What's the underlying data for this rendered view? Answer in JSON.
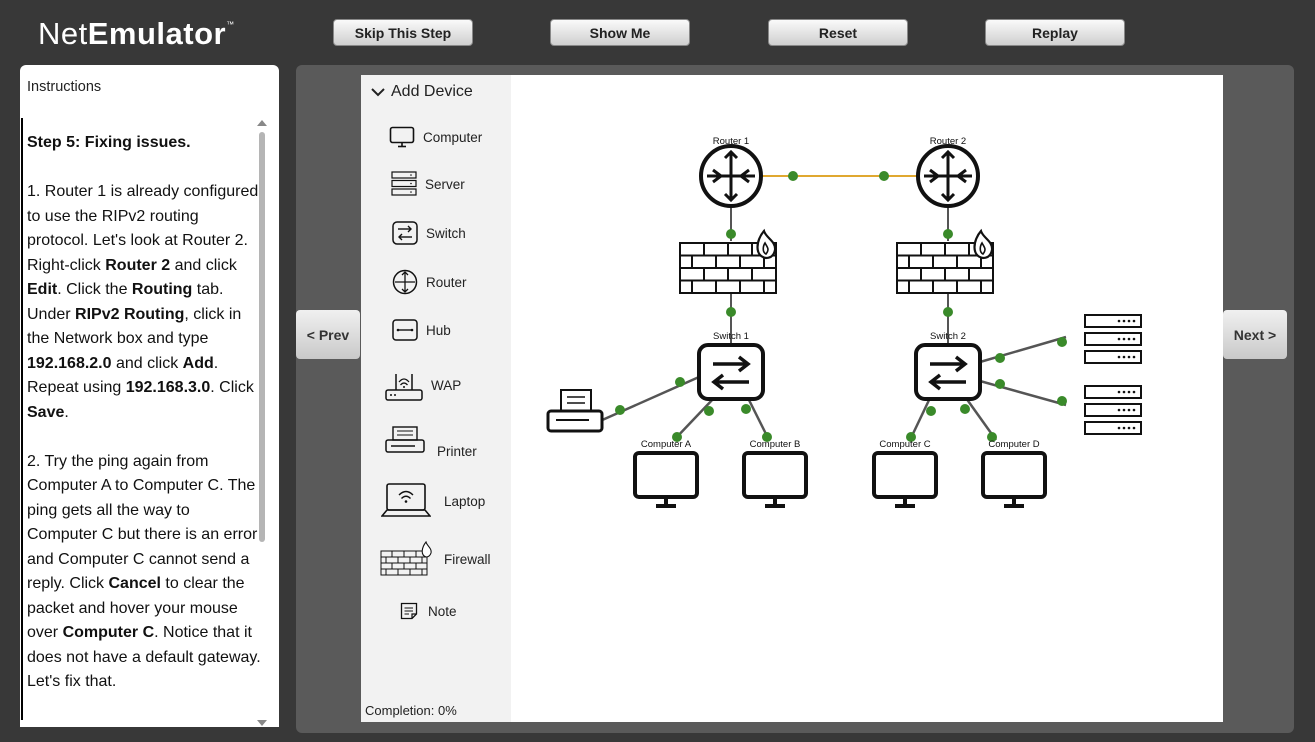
{
  "app": {
    "logo_light": "Net",
    "logo_bold": "Emulator",
    "logo_tm": "™"
  },
  "toolbar": {
    "skip": "Skip This Step",
    "show_me": "Show Me",
    "reset": "Reset",
    "replay": "Replay"
  },
  "instructions": {
    "title": "Instructions",
    "step_title": "Step 5: Fixing issues.",
    "p1": {
      "a": "1. Router 1 is already configured to use the RIPv2 routing protocol. Let's look at Router 2. Right-click ",
      "b": "Router 2",
      "c": " and click ",
      "d": "Edit",
      "e": ". Click the ",
      "f": "Routing",
      "g": " tab. Under ",
      "h": "RIPv2 Routing",
      "i": ", click in the Network box and type ",
      "j": "192.168.2.0",
      "k": " and click ",
      "l": "Add",
      "m": ". Repeat using ",
      "n": "192.168.3.0",
      "o": ". Click ",
      "p": "Save",
      "q": "."
    },
    "p2": {
      "a": "2. Try the ping again from Computer A to Computer C. The ping gets all the way to Computer C but there is an error and Computer C cannot send a reply. Click ",
      "b": "Cancel",
      "c": " to clear the packet and hover your mouse over ",
      "d": "Computer C",
      "e": ". Notice that it does not have a default gateway. Let's fix that."
    }
  },
  "nav": {
    "prev": "< Prev",
    "next": "Next >"
  },
  "palette": {
    "header": "Add Device",
    "items": [
      {
        "label": "Computer",
        "icon": "computer-icon"
      },
      {
        "label": "Server",
        "icon": "server-icon"
      },
      {
        "label": "Switch",
        "icon": "switch-icon"
      },
      {
        "label": "Router",
        "icon": "router-icon"
      },
      {
        "label": "Hub",
        "icon": "hub-icon"
      },
      {
        "label": "WAP",
        "icon": "wap-icon"
      },
      {
        "label": "Printer",
        "icon": "printer-icon"
      },
      {
        "label": "Laptop",
        "icon": "laptop-icon"
      },
      {
        "label": "Firewall",
        "icon": "firewall-icon"
      },
      {
        "label": "Note",
        "icon": "note-icon"
      }
    ],
    "completion": "Completion: 0%"
  },
  "topology": {
    "router1": "Router 1",
    "router2": "Router 2",
    "switch1": "Switch 1",
    "switch2": "Switch 2",
    "computer_a": "Computer A",
    "computer_b": "Computer B",
    "computer_c": "Computer C",
    "computer_d": "Computer D",
    "colors": {
      "wan_link": "#e0a830",
      "link": "#555555",
      "port": "#3a8a2a"
    }
  }
}
